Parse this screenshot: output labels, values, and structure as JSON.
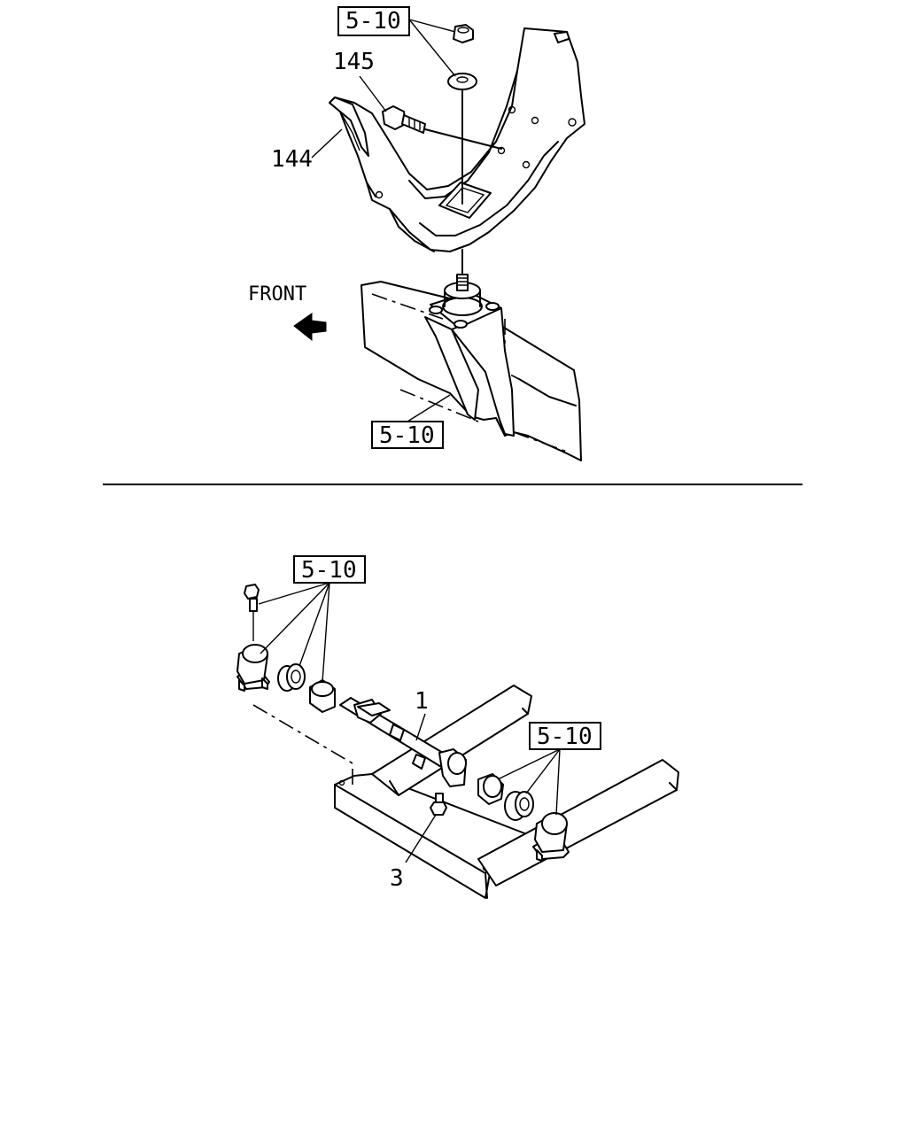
{
  "top_view": {
    "ref_nut_stack": "5-10",
    "part_bolt": "145",
    "part_bracket": "144",
    "direction_label": "FRONT",
    "ref_frame_mount": "5-10"
  },
  "bottom_view": {
    "ref_left_mount": "5-10",
    "part_shaft": "1",
    "ref_right_mount": "5-10",
    "part_fitting": "3"
  }
}
